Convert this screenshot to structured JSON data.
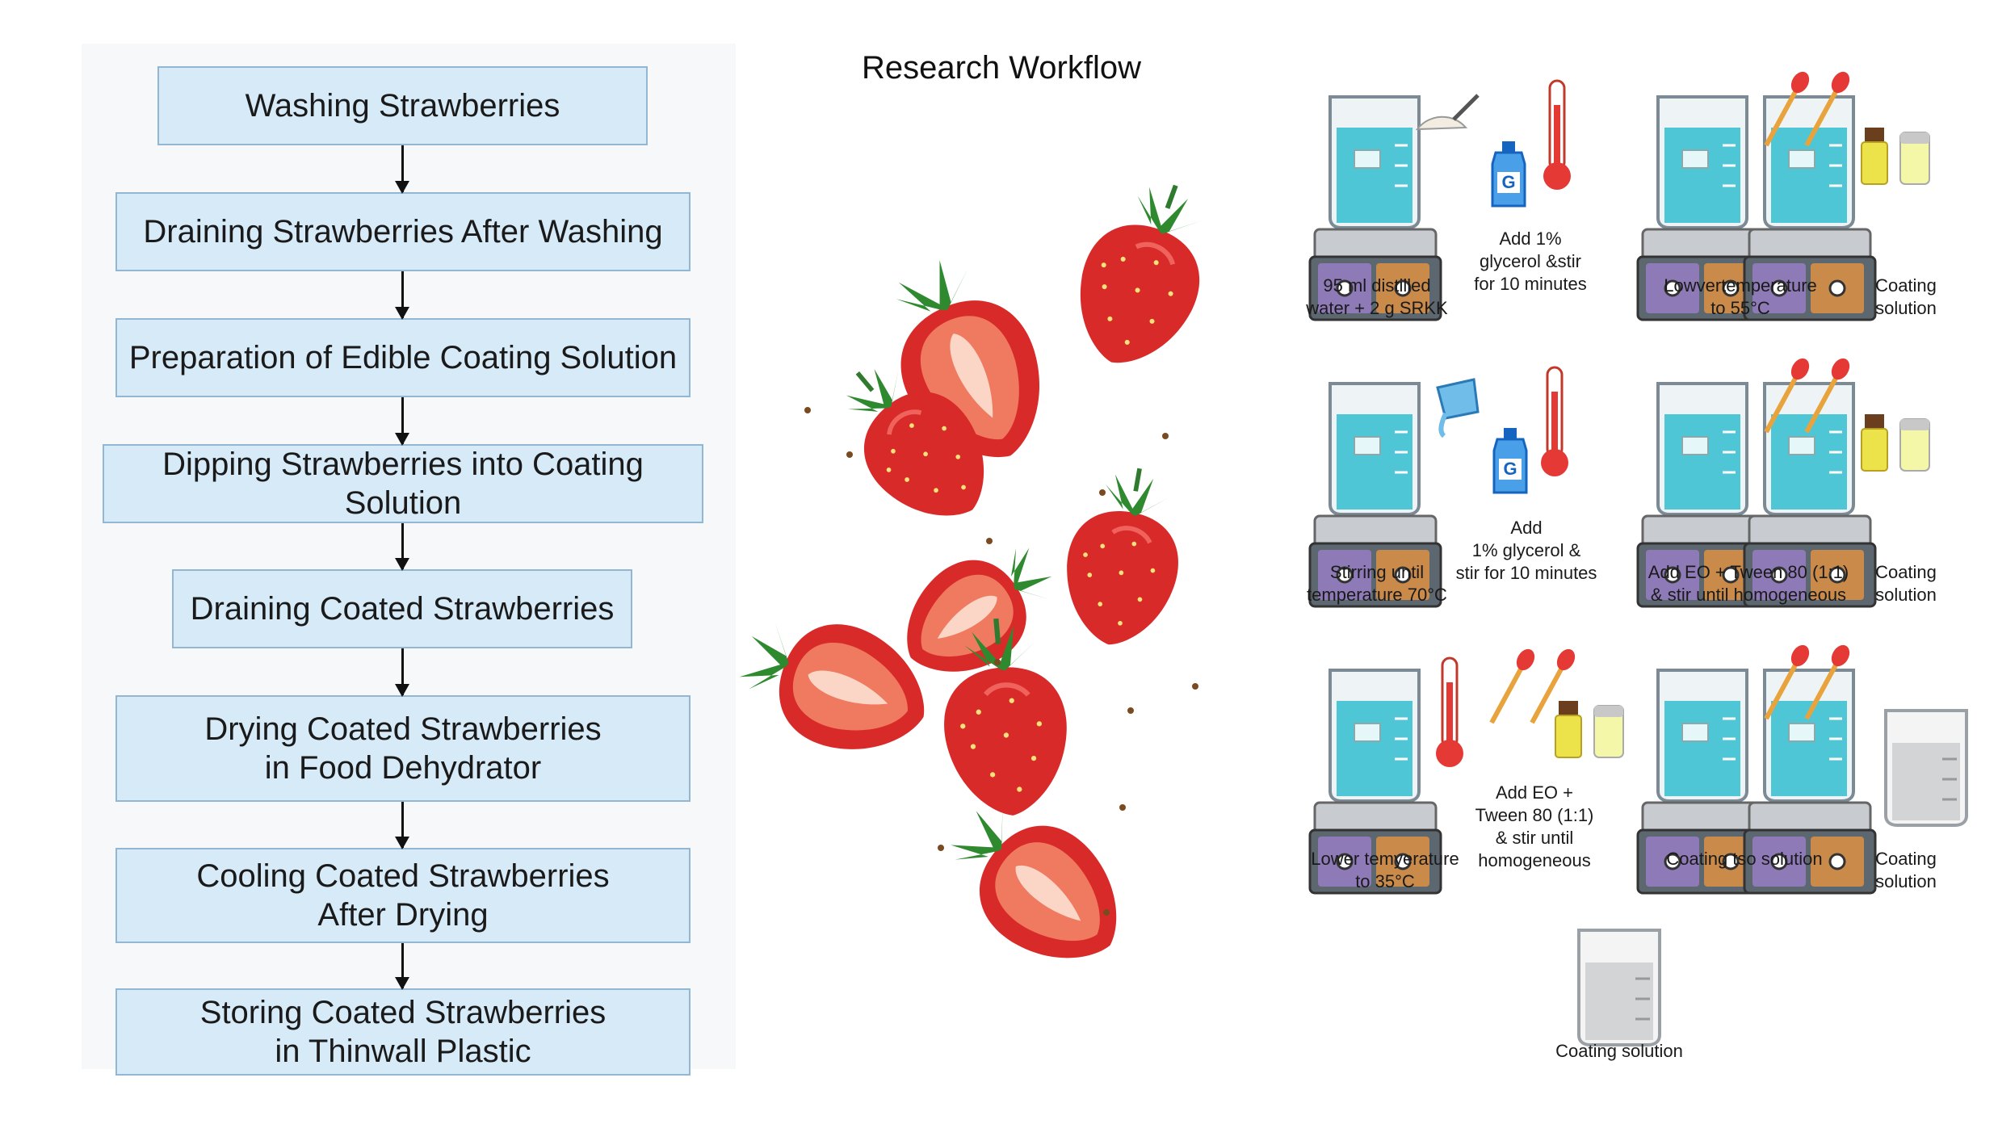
{
  "title": "Research Workflow",
  "flow": {
    "steps": [
      "Washing Strawberries",
      "Draining Strawberries After Washing",
      "Preparation of Edible Coating Solution",
      "Dipping Strawberries into Coating Solution",
      "Draining Coated Strawberries",
      "Drying Coated Strawberries\nin Food Dehydrator",
      "Cooling Coated Strawberries\nAfter Drying",
      "Storing Coated Strawberries\nin Thinwall Plastic"
    ]
  },
  "procedure": {
    "row1": {
      "a": "95 ml distilled\nwater + 2 g SRKK",
      "b": "Add 1%\nglycerol &stir\nfor 10 minutes",
      "c": "Lowvertemperature\nto 55°C",
      "d": "Coating\nsolution"
    },
    "row2": {
      "a": "Stirring until\ntemperature 70°C",
      "b": "Add\n1% glycerol &\nstir for 10 minutes",
      "c": "Add EO + Tween 80 (1:1)\n& stir until homogeneous",
      "d": "Coating\nsolution"
    },
    "row3": {
      "a": "Lower temyerature\nto 35°C",
      "b": "Add EO +\nTween 80 (1:1)\n& stir until\nhomogeneous",
      "c": "Coating tso solution",
      "d": "Coating\nsolution"
    },
    "final": "Coating solution",
    "bottle_letter": "G"
  },
  "colors": {
    "box_fill": "#d6eaf8",
    "box_border": "#93b7d3",
    "water": "#4fc6d6",
    "plate_purple": "#8f7ab8",
    "plate_orange": "#c98a4a",
    "strawberry": "#d92a2a"
  }
}
